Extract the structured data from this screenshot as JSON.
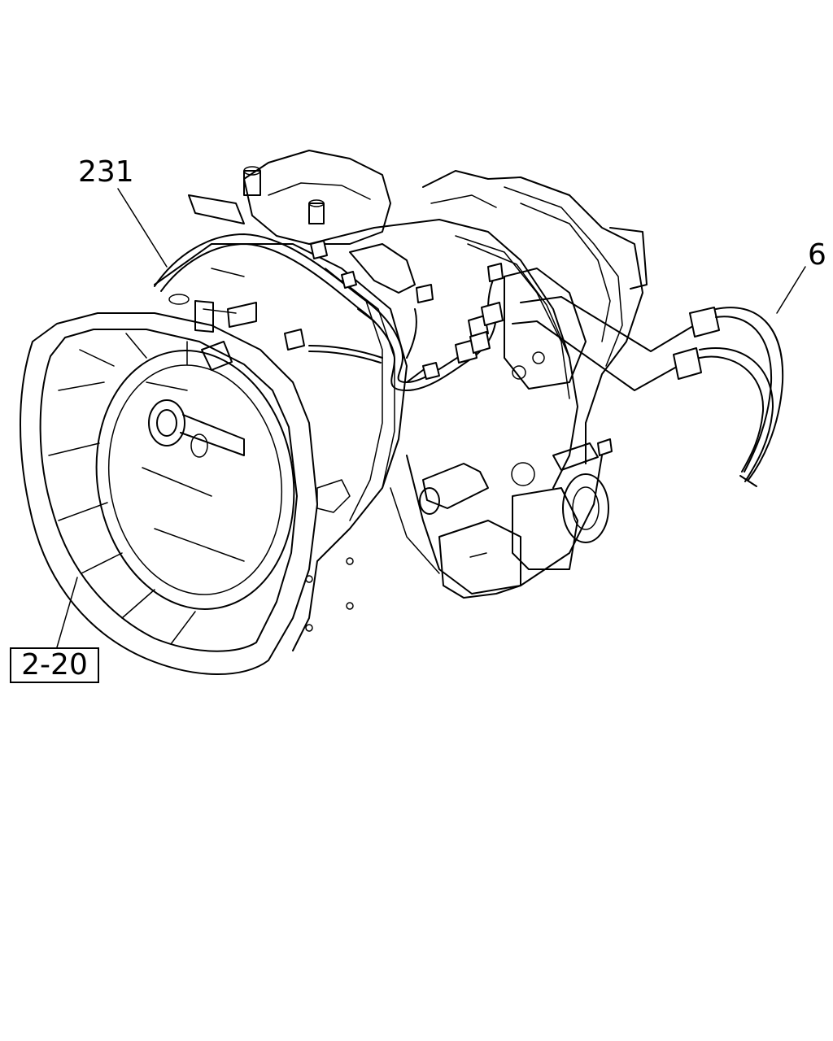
{
  "diagram": {
    "callouts": {
      "harness": "231",
      "connector": "6",
      "reference": "2-20"
    },
    "colors": {
      "line": "#000000",
      "background": "#ffffff"
    }
  }
}
